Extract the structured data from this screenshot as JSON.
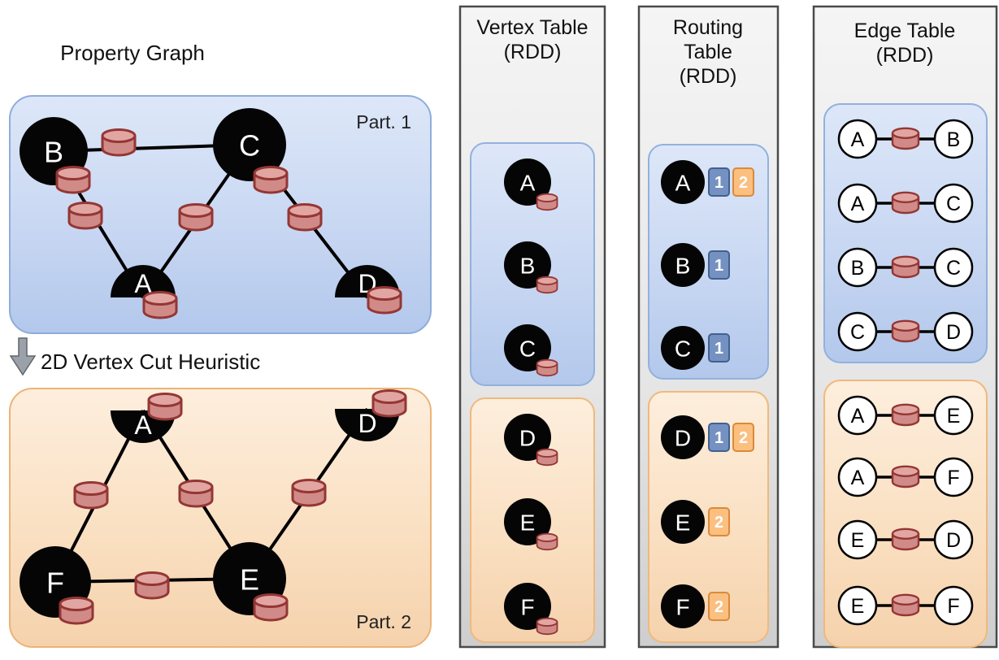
{
  "title": "Property Graph",
  "heuristic_label": "2D Vertex Cut Heuristic",
  "property_graph": {
    "part1": {
      "label": "Part. 1",
      "vertices": [
        {
          "id": "B",
          "type": "full"
        },
        {
          "id": "C",
          "type": "full"
        },
        {
          "id": "A",
          "type": "cut-half"
        },
        {
          "id": "D",
          "type": "cut-half"
        }
      ],
      "edges": [
        "B-C",
        "B-A",
        "C-A",
        "C-D"
      ]
    },
    "part2": {
      "label": "Part. 2",
      "vertices": [
        {
          "id": "A",
          "type": "cut-half"
        },
        {
          "id": "D",
          "type": "cut-half"
        },
        {
          "id": "F",
          "type": "full"
        },
        {
          "id": "E",
          "type": "full"
        }
      ],
      "edges": [
        "A-F",
        "A-E",
        "D-E",
        "F-E"
      ]
    }
  },
  "vertex_table": {
    "title_line1": "Vertex Table",
    "title_line2": "(RDD)",
    "part1": [
      "A",
      "B",
      "C"
    ],
    "part2": [
      "D",
      "E",
      "F"
    ]
  },
  "routing_table": {
    "title_line1": "Routing",
    "title_line2": "Table",
    "title_line3": "(RDD)",
    "part1": [
      {
        "vertex": "A",
        "parts": [
          "1",
          "2"
        ]
      },
      {
        "vertex": "B",
        "parts": [
          "1"
        ]
      },
      {
        "vertex": "C",
        "parts": [
          "1"
        ]
      }
    ],
    "part2": [
      {
        "vertex": "D",
        "parts": [
          "1",
          "2"
        ]
      },
      {
        "vertex": "E",
        "parts": [
          "2"
        ]
      },
      {
        "vertex": "F",
        "parts": [
          "2"
        ]
      }
    ]
  },
  "edge_table": {
    "title_line1": "Edge Table",
    "title_line2": "(RDD)",
    "part1": [
      [
        "A",
        "B"
      ],
      [
        "A",
        "C"
      ],
      [
        "B",
        "C"
      ],
      [
        "C",
        "D"
      ]
    ],
    "part2": [
      [
        "A",
        "E"
      ],
      [
        "A",
        "F"
      ],
      [
        "E",
        "D"
      ],
      [
        "E",
        "F"
      ]
    ]
  },
  "colors": {
    "partition1_fill": "#c7d7f2",
    "partition1_border": "#8fadd9",
    "partition2_fill": "#fbe2c6",
    "partition2_border": "#ecb377",
    "column_fill": "#e8e8e8",
    "column_border": "#4a4a4a",
    "cylinder_fill": "#d99694",
    "cylinder_border": "#943634",
    "vertex_fill": "#050505",
    "badge_part1": "#7591c1",
    "badge_part2": "#fbbf80"
  }
}
